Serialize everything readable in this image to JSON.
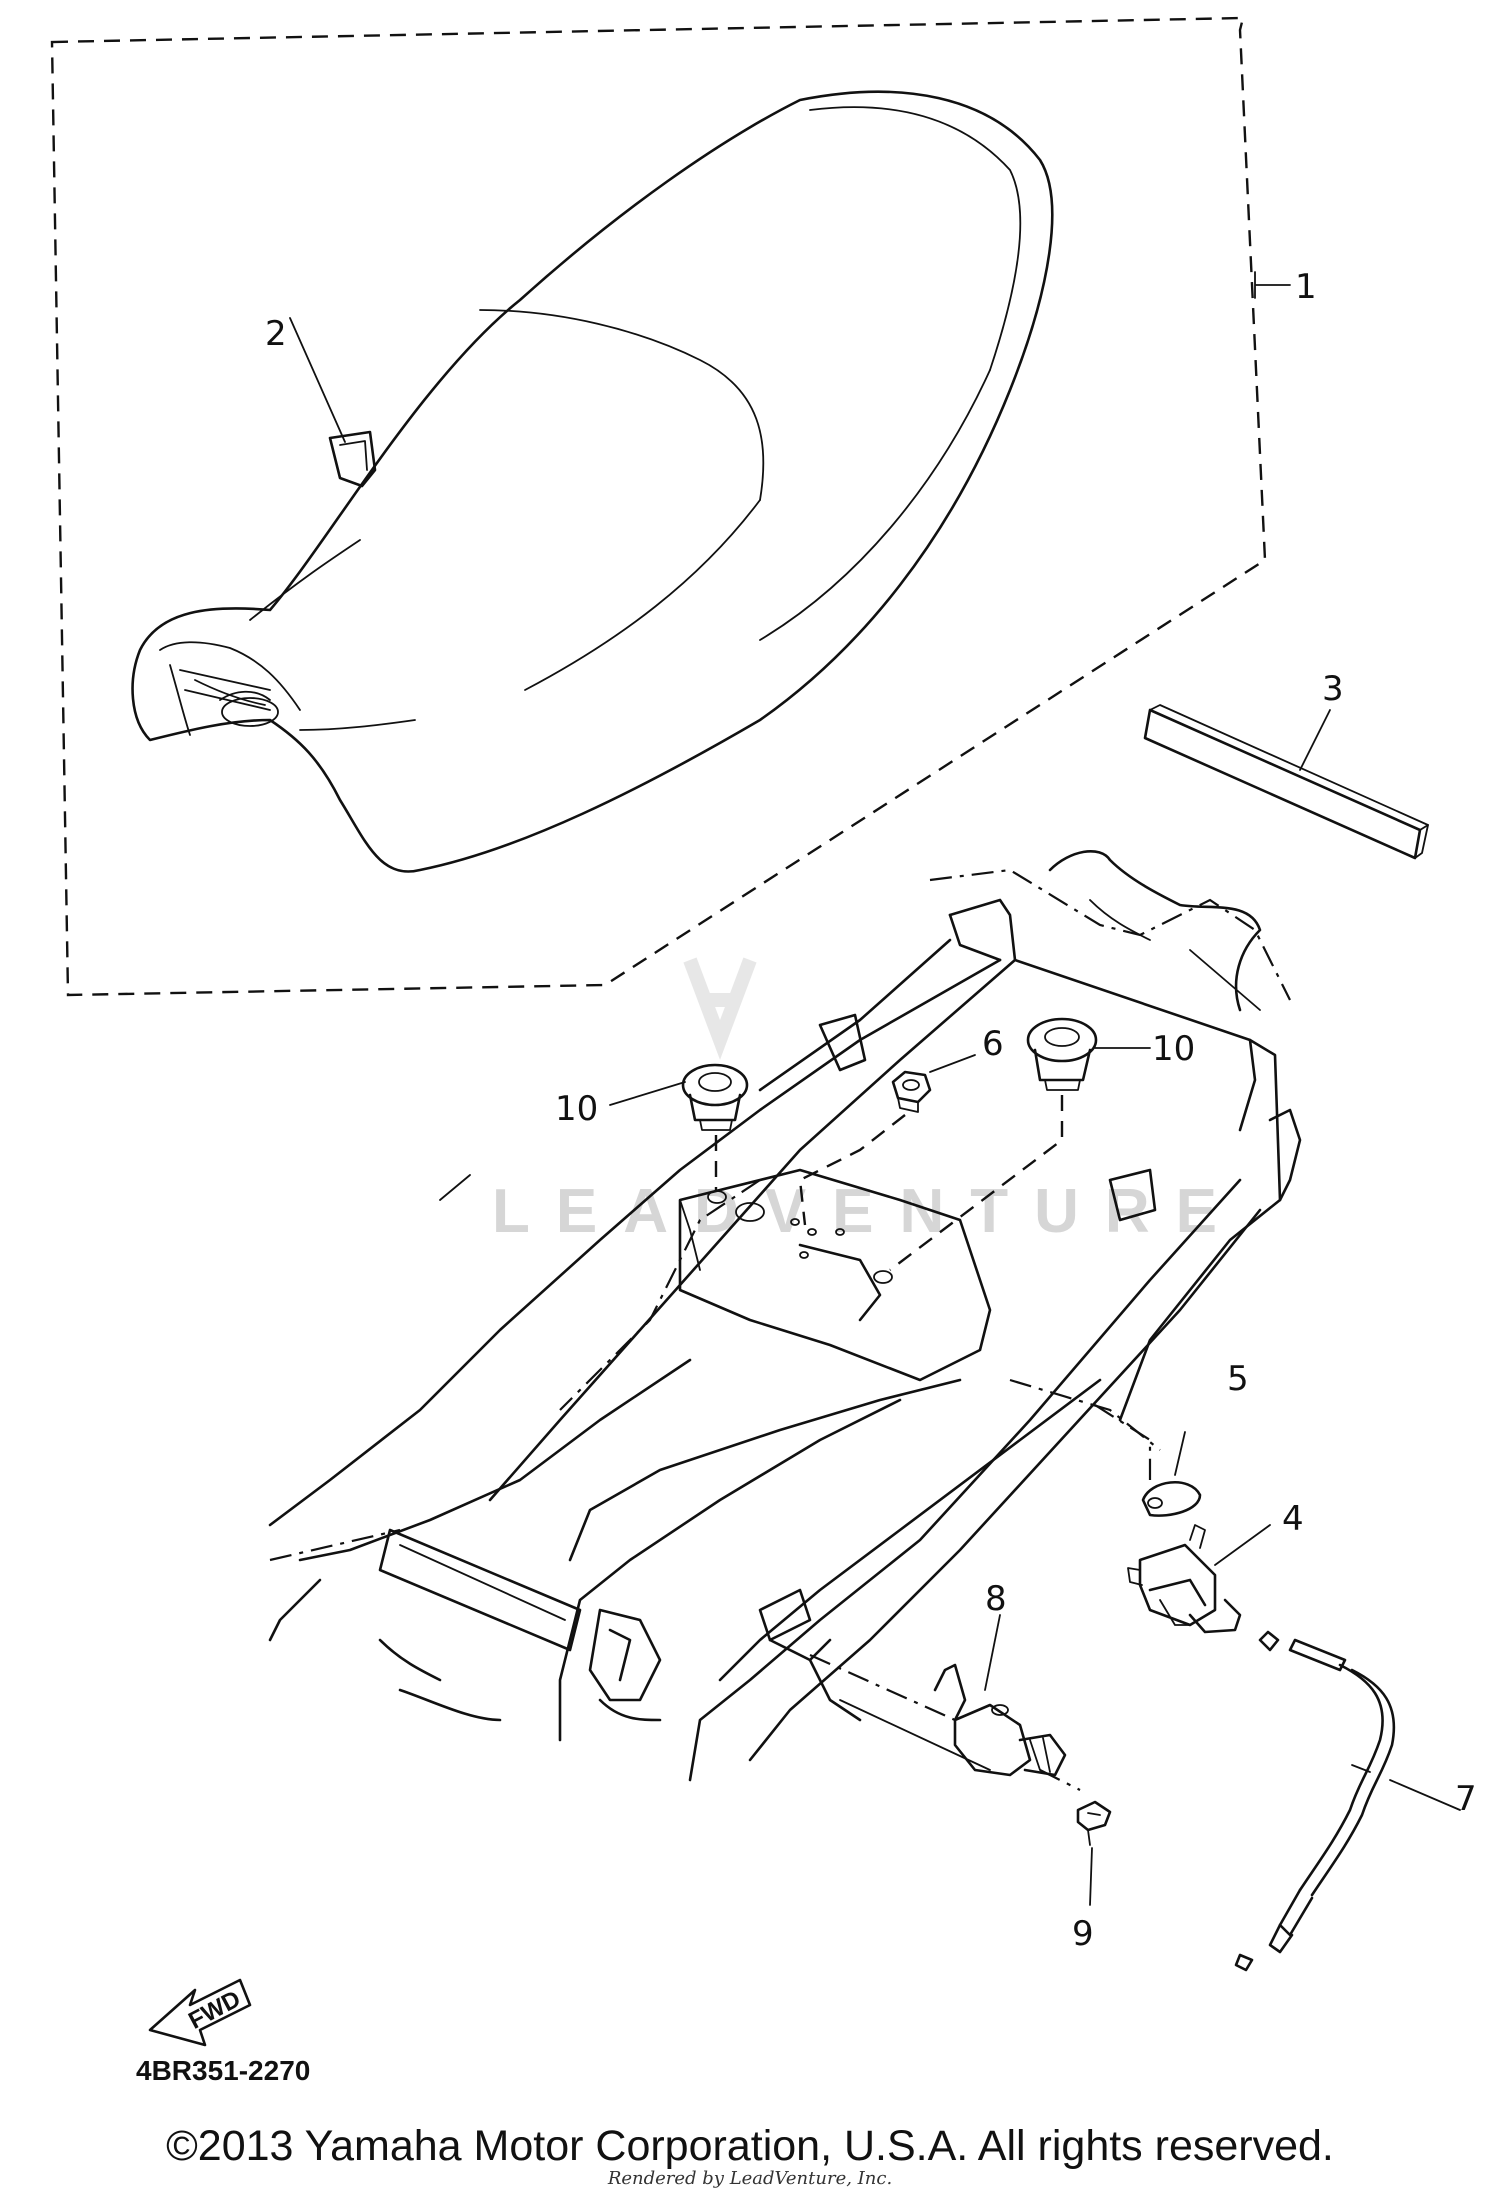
{
  "diagram": {
    "callouts": {
      "c1": "1",
      "c2": "2",
      "c3": "3",
      "c4": "4",
      "c5": "5",
      "c6": "6",
      "c7": "7",
      "c8": "8",
      "c9": "9",
      "c10a": "10",
      "c10b": "10"
    },
    "watermark": "LEADVENTURE",
    "fwd_label": "FWD",
    "diagram_code": "4BR351-2270"
  },
  "footer": {
    "copyright": "©2013 Yamaha Motor Corporation, U.S.A. All rights reserved.",
    "rendered_by": "Rendered by LeadVenture, Inc."
  }
}
